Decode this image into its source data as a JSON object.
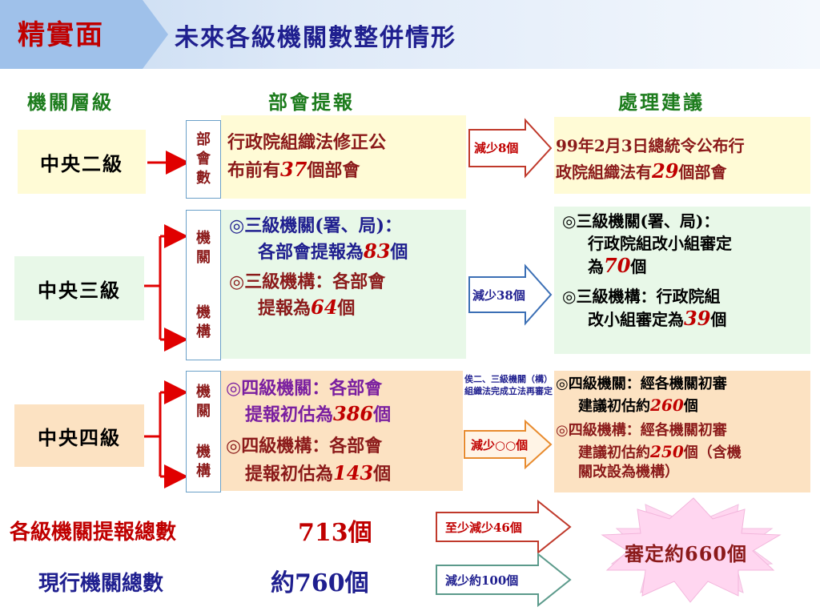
{
  "header": {
    "brand": "精實面",
    "title": "未來各級機關數整併情形"
  },
  "columns": {
    "level": "機關層級",
    "report": "部會提報",
    "advice": "處理建議"
  },
  "levels": {
    "l2": "中央二級",
    "l3": "中央三級",
    "l4": "中央四級"
  },
  "vlabels": {
    "l2": [
      "部",
      "會",
      "數"
    ],
    "l3": [
      "機",
      "關",
      "機",
      "構"
    ],
    "l4": [
      "機",
      "關",
      "機",
      "構"
    ]
  },
  "report": {
    "l2": {
      "pre1": "行政院組織法修正公",
      "pre2": "布前有",
      "num": "37",
      "post2": "個部會"
    },
    "l3": {
      "a1": "◎三級機關(署、局)：",
      "a2pre": "各部會提報為",
      "a2num": "83",
      "a2post": "個",
      "b1": "◎三級機構：各部會",
      "b2pre": "提報為",
      "b2num": "64",
      "b2post": "個"
    },
    "l4": {
      "a1": "◎四級機關：各部會",
      "a2pre": "提報初估為",
      "a2num": "386",
      "a2post": "個",
      "b1": "◎四級機構：各部會",
      "b2pre": "提報初估為",
      "b2num": "143",
      "b2post": "個"
    }
  },
  "arrows": {
    "l2": "減少8個",
    "l3": "減少38個",
    "l4": "減少○○個",
    "l4note": "俟二、三級機關（構）組織法完成立法再審定",
    "total1": "至少減少46個",
    "total2": "減少約100個"
  },
  "advice": {
    "l2": {
      "line1": "99年2月3日總統令公布行",
      "line2pre": "政院組織法有",
      "num": "29",
      "line2post": "個部會"
    },
    "l3": {
      "a1": "◎三級機關(署、局)：",
      "a2": "行政院組改小組審定",
      "a3pre": "為",
      "a3num": "70",
      "a3post": "個",
      "b1": "◎三級機構：行政院組",
      "b2pre": "改小組審定為",
      "b2num": "39",
      "b2post": "個"
    },
    "l4": {
      "a1": "◎四級機關：經各機關初審",
      "a2pre": "建議初估約",
      "a2num": "260",
      "a2post": "個",
      "b1": "◎四級機構：經各機關初審",
      "b2pre": "建議初估約",
      "b2num": "250",
      "b2post": "個（含機",
      "b3": "關改設為機構）"
    }
  },
  "totals": {
    "reported_label": "各級機關提報總數",
    "reported_value": "713個",
    "current_label": "現行機關總數",
    "current_value": "約760個",
    "result": "審定約660個"
  },
  "colors": {
    "accent_red": "#c00000",
    "navy": "#1f1f8f",
    "green_head": "#1d7c1d",
    "yellow_box": "#fffbd6",
    "green_box": "#e8f8e8",
    "orange_box": "#fce2c2",
    "pink_star": "#ffd6f0"
  }
}
